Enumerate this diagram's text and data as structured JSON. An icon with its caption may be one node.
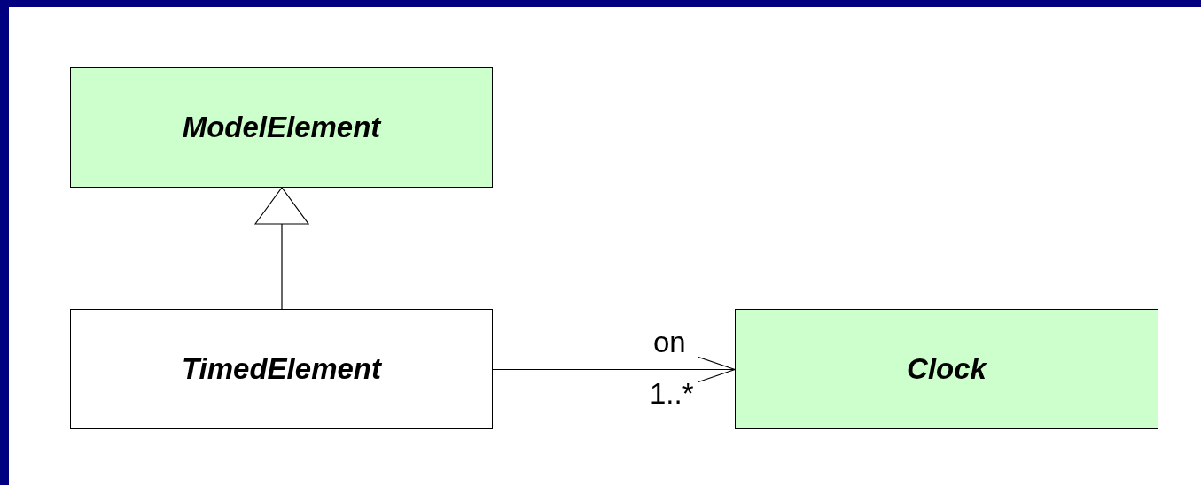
{
  "diagram": {
    "nodes": [
      {
        "text": [
          "ModelElement"
        ]
      },
      {
        "text": [
          "TimedElement"
        ]
      },
      {
        "text": [
          "Clock"
        ]
      }
    ],
    "edges": [
      {
        "from": 1,
        "to": 0,
        "arrow": "to"
      },
      {
        "from": 1,
        "to": 2,
        "arrow": "to",
        "label": "on"
      }
    ],
    "labels": [
      "1..*"
    ]
  }
}
